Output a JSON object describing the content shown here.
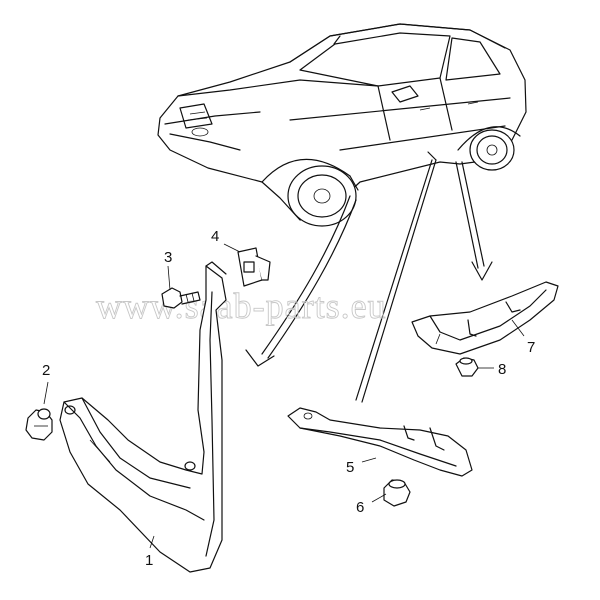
{
  "watermark": "www.saab-parts.eu",
  "callouts": {
    "p1": "1",
    "p2": "2",
    "p3": "3",
    "p4": "4",
    "p5": "5",
    "p6": "6",
    "p7": "7",
    "p8": "8"
  },
  "colors": {
    "line": "#111111",
    "background": "#ffffff",
    "watermark": "#c8c8c8"
  }
}
